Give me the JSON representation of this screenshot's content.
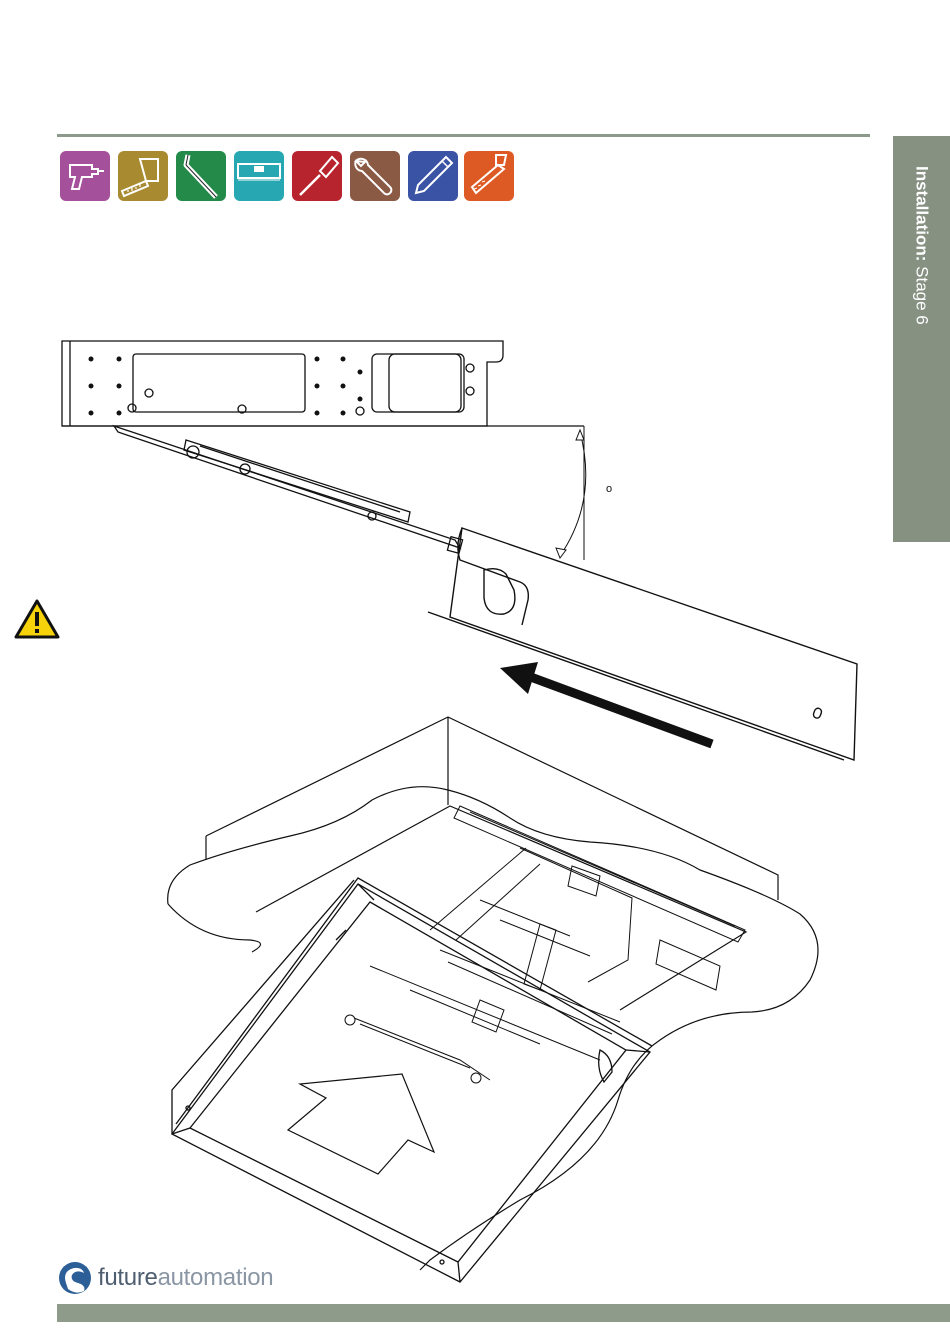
{
  "side_tab": {
    "label_bold": "Installation:",
    "label_light": " Stage  6"
  },
  "tools": [
    {
      "name": "power-drill-icon",
      "color": "#a4509b"
    },
    {
      "name": "tape-measure-icon",
      "color": "#a88a30"
    },
    {
      "name": "allen-key-icon",
      "color": "#238a4a"
    },
    {
      "name": "spirit-level-icon",
      "color": "#27a7b1"
    },
    {
      "name": "screwdriver-icon",
      "color": "#b8242d"
    },
    {
      "name": "spanner-icon",
      "color": "#8a5a44"
    },
    {
      "name": "pencil-icon",
      "color": "#3a53a4"
    },
    {
      "name": "saw-icon",
      "color": "#de5a24"
    }
  ],
  "diagram": {
    "angle_label": "o"
  },
  "logo": {
    "part1": "future",
    "part2": "automation"
  },
  "colors": {
    "rule": "#8b9a8a",
    "side_tab": "#869182",
    "footer_bar": "#8e9b8b",
    "warning": "#f5d20a"
  }
}
